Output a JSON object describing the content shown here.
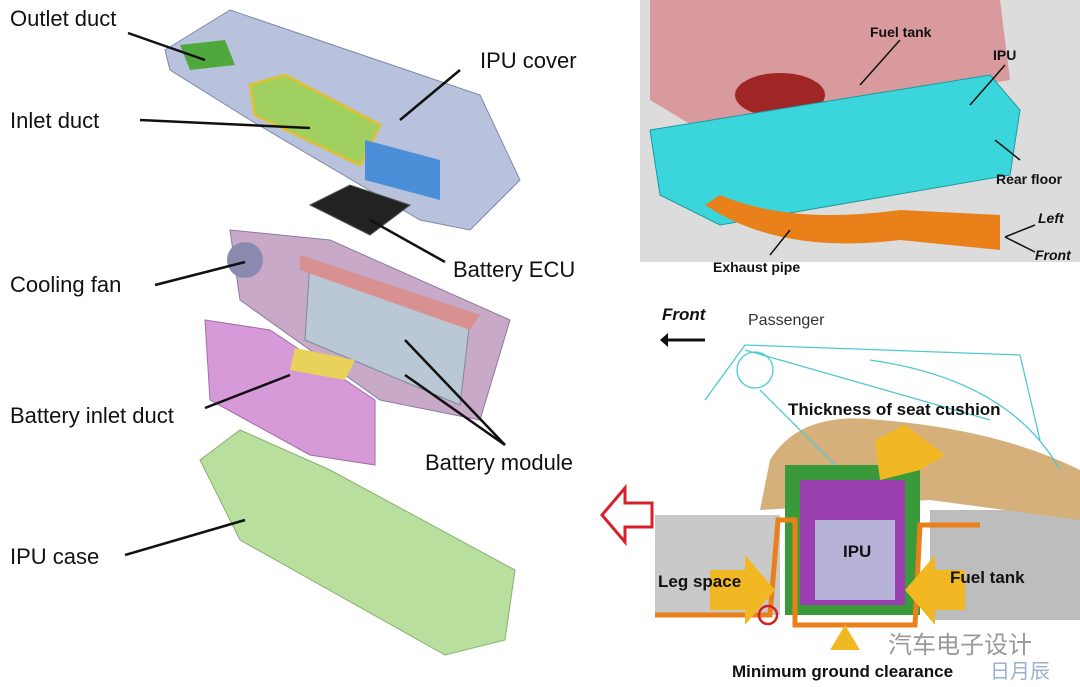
{
  "exploded_view": {
    "labels": {
      "outlet_duct": "Outlet duct",
      "ipu_cover": "IPU cover",
      "inlet_duct": "Inlet  duct",
      "battery_ecu": "Battery ECU",
      "cooling_fan": "Cooling fan",
      "battery_inlet_duct": "Battery inlet duct",
      "battery_module": "Battery module",
      "ipu_case": "IPU case"
    }
  },
  "vehicle_top_view": {
    "labels": {
      "fuel_tank": "Fuel tank",
      "ipu": "IPU",
      "rear_floor": "Rear floor",
      "exhaust_pipe": "Exhaust pipe",
      "left": "Left",
      "front": "Front"
    }
  },
  "section_view": {
    "labels": {
      "front": "Front",
      "passenger": "Passenger",
      "seat_cushion": "Thickness of seat cushion",
      "ipu": "IPU",
      "leg_space": "Leg space",
      "fuel_tank": "Fuel tank",
      "ground_clearance": "Minimum ground clearance"
    }
  },
  "watermark": {
    "text": "汽车电子设计",
    "sub": "日月辰"
  }
}
